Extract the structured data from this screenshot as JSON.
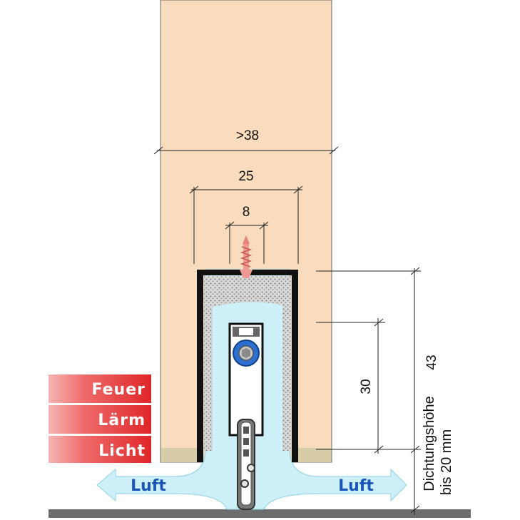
{
  "dimensions": {
    "door_width": ">38",
    "profile_width": "25",
    "screw_width": "8",
    "profile_height": "43",
    "seal_travel": "30"
  },
  "labels": {
    "feuer": "Feuer",
    "laerm": "Lärm",
    "licht": "Licht",
    "luft_left": "Luft",
    "luft_right": "Luft",
    "dichtung_line1": "Dichtungshöhe",
    "dichtung_line2": "bis 20 mm"
  },
  "colors": {
    "door": "#f8dcbd",
    "air": "#cdeff8",
    "red_label": "#e8383b",
    "floor": "#6e6e6e",
    "luft_text": "#1a56b8"
  }
}
